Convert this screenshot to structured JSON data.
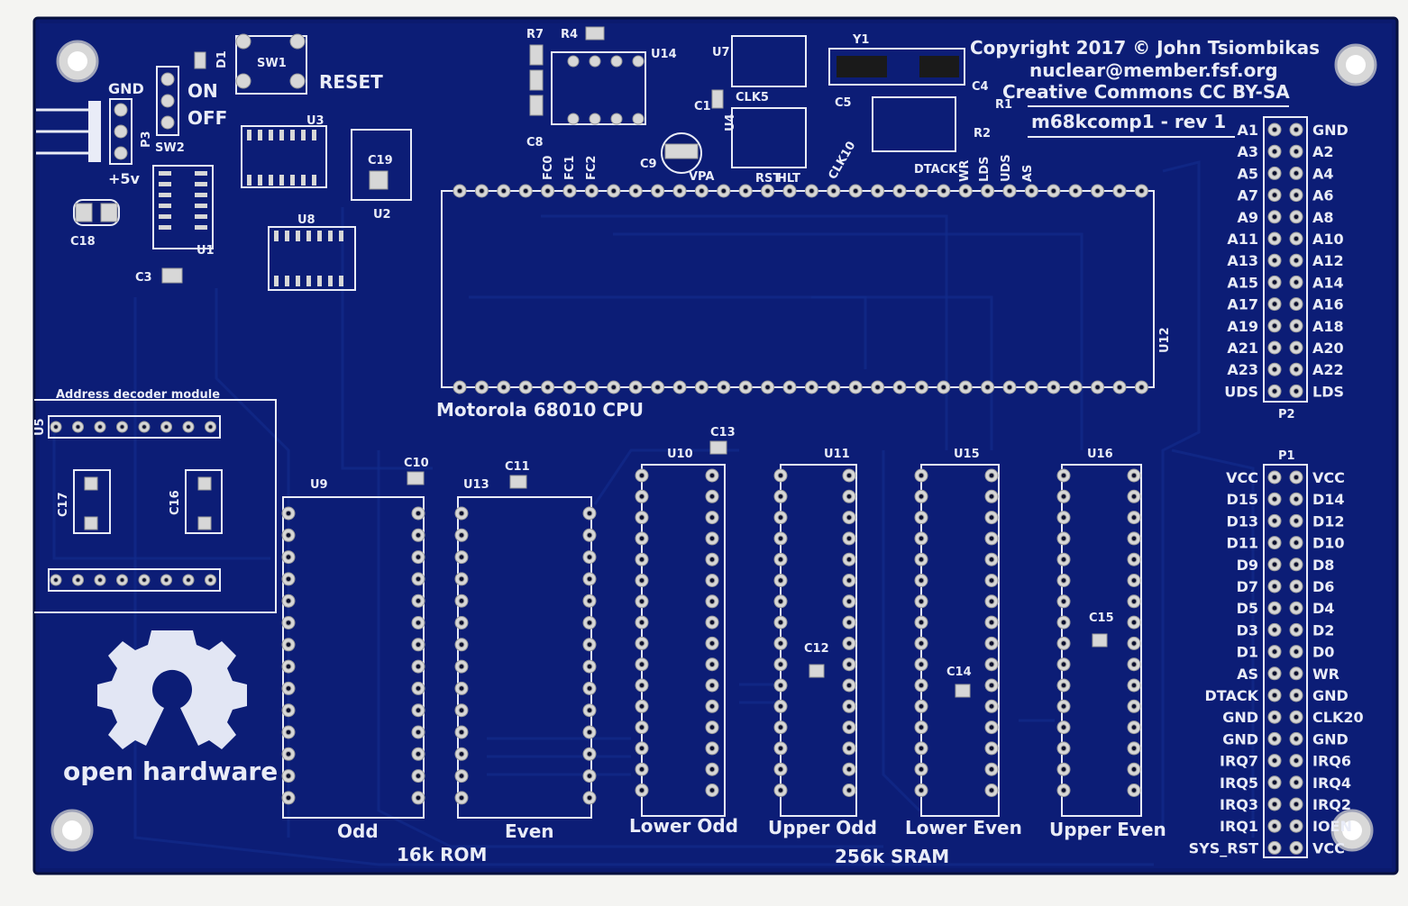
{
  "board": {
    "copyright": "Copyright 2017 © John Tsiombikas",
    "email": "nuclear@member.fsf.org",
    "license": "Creative Commons CC BY-SA",
    "revision": "m68kcomp1 - rev 1",
    "oshw_text": "open hardware",
    "address_module": "Address decoder module",
    "cpu_label": "Motorola 68010 CPU",
    "rom_label": "16k ROM",
    "sram_label": "256k SRAM",
    "rom_odd": "Odd",
    "rom_even": "Even",
    "sram_banks": [
      "Lower Odd",
      "Upper Odd",
      "Lower Even",
      "Upper Even"
    ],
    "power": {
      "on": "ON",
      "off": "OFF",
      "reset": "RESET",
      "gnd": "GND",
      "v5": "+5v"
    },
    "refdes": {
      "sw1": "SW1",
      "sw2": "SW2",
      "d1": "D1",
      "p3": "P3",
      "c18": "C18",
      "u1": "U1",
      "u3": "U3",
      "c19": "C19",
      "u2": "U2",
      "u8": "U8",
      "c3": "C3",
      "r7": "R7",
      "r4": "R4",
      "u14": "U14",
      "c8": "C8",
      "u7": "U7",
      "c1": "C1",
      "clk5": "CLK5",
      "u4": "U4",
      "c9": "C9",
      "vpa": "VPA",
      "y1": "Y1",
      "c5": "C5",
      "c4": "C4",
      "r1": "R1",
      "r2": "R2",
      "u12": "U12",
      "u5": "U5",
      "c17": "C17",
      "c16": "C16",
      "u9": "U9",
      "c10": "C10",
      "c11": "C11",
      "u13": "U13",
      "c13": "C13",
      "u10": "U10",
      "u11": "U11",
      "u15": "U15",
      "u16": "U16",
      "c12": "C12",
      "c14": "C14",
      "c15": "C15",
      "p1": "P1",
      "p2": "P2"
    },
    "cpu_signals": [
      "FC0",
      "FC1",
      "FC2",
      "RST",
      "HLT",
      "CLK10",
      "DTACK",
      "WR",
      "LDS",
      "UDS",
      "AS"
    ],
    "p2_left": [
      "A1",
      "A3",
      "A5",
      "A7",
      "A9",
      "A11",
      "A13",
      "A15",
      "A17",
      "A19",
      "A21",
      "A23",
      "UDS"
    ],
    "p2_right": [
      "GND",
      "A2",
      "A4",
      "A6",
      "A8",
      "A10",
      "A12",
      "A14",
      "A16",
      "A18",
      "A20",
      "A22",
      "LDS"
    ],
    "p1_left": [
      "VCC",
      "D15",
      "D13",
      "D11",
      "D9",
      "D7",
      "D5",
      "D3",
      "D1",
      "AS",
      "DTACK",
      "GND",
      "GND",
      "IRQ7",
      "IRQ5",
      "IRQ3",
      "IRQ1",
      "SYS_RST"
    ],
    "p1_right": [
      "VCC",
      "D14",
      "D12",
      "D10",
      "D8",
      "D6",
      "D4",
      "D2",
      "D0",
      "WR",
      "GND",
      "CLK20",
      "GND",
      "IRQ6",
      "IRQ4",
      "IRQ2",
      "IOEN",
      "VCC"
    ],
    "colors": {
      "pcb": "#0b1a6e",
      "silkscreen": "#e9ecf7",
      "pads": "#d7d7d7"
    }
  }
}
